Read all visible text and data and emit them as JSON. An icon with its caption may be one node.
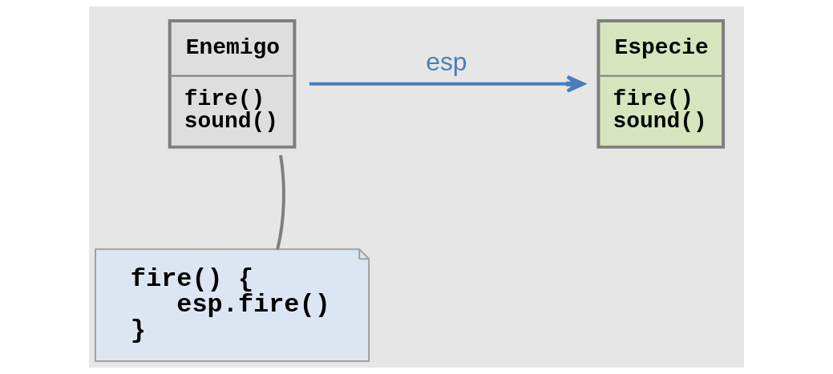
{
  "diagram": {
    "nodes": [
      {
        "text": [
          "Enemigo",
          "fire()",
          "sound()"
        ]
      },
      {
        "text": [
          "Especie",
          "fire()",
          "sound()"
        ]
      },
      {
        "text": [
          "fire() {",
          "esp.fire()",
          "}"
        ]
      }
    ],
    "edges": [
      {
        "from": 0,
        "to": 1,
        "arrow": "to",
        "label": "esp",
        "color": "#4a7ebb"
      },
      {
        "from": 2,
        "to": 0,
        "arrow": "none"
      }
    ]
  }
}
